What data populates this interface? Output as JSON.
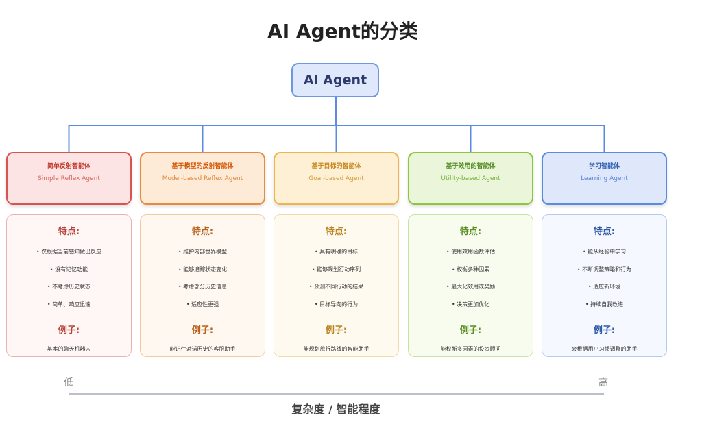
{
  "title": "AI Agent的分类",
  "root": {
    "label": "AI Agent"
  },
  "colors": {
    "connector": "#5b8be0",
    "root_border": "#6f97e0",
    "root_fill": "#dfe9fb"
  },
  "agents": [
    {
      "name_cn": "简单反射智能体",
      "name_en": "Simple Reflex Agent",
      "features_label": "特点:",
      "features": [
        "仅根据当前感知做出反应",
        "没有记忆功能",
        "不考虑历史状态",
        "简单、响应迅速"
      ],
      "example_label": "例子:",
      "example": "基本的聊天机器人",
      "colors": {
        "border": "#d9534f",
        "head_fill": "#fde4e4",
        "text": "#c0392b",
        "en": "#d46a5e",
        "card_border": "#eab3b3",
        "card_fill": "#fff6f6",
        "accent": "#b5443a"
      }
    },
    {
      "name_cn": "基于模型的反射智能体",
      "name_en": "Model-based Reflex Agent",
      "features_label": "特点:",
      "features": [
        "维护内部世界模型",
        "能够追踪状态变化",
        "考虑部分历史信息",
        "适应性更强"
      ],
      "example_label": "例子:",
      "example": "能记住对话历史的客服助手",
      "colors": {
        "border": "#ea8a3c",
        "head_fill": "#fdebd8",
        "text": "#d35400",
        "en": "#e0883a",
        "card_border": "#f3c9a2",
        "card_fill": "#fff8f1",
        "accent": "#b9621e"
      }
    },
    {
      "name_cn": "基于目标的智能体",
      "name_en": "Goal-based Agent",
      "features_label": "特点:",
      "features": [
        "具有明确的目标",
        "能够规划行动序列",
        "预测不同行动的结果",
        "目标导向的行为"
      ],
      "example_label": "例子:",
      "example": "能规划旅行路线的智能助手",
      "colors": {
        "border": "#f0b44a",
        "head_fill": "#fdf0d5",
        "text": "#c9861a",
        "en": "#d69a35",
        "card_border": "#f3d9a6",
        "card_fill": "#fffaf0",
        "accent": "#b98320"
      }
    },
    {
      "name_cn": "基于效用的智能体",
      "name_en": "Utility-based Agent",
      "features_label": "特点:",
      "features": [
        "使用效用函数评估",
        "权衡多种因素",
        "最大化效用或奖励",
        "决策更加优化"
      ],
      "example_label": "例子:",
      "example": "能权衡多因素的投资顾问",
      "colors": {
        "border": "#8cc63f",
        "head_fill": "#eaf5d9",
        "text": "#4f8a1e",
        "en": "#79b23c",
        "card_border": "#c7e3a3",
        "card_fill": "#f7fcef",
        "accent": "#5b8f22"
      }
    },
    {
      "name_cn": "学习智能体",
      "name_en": "Learning Agent",
      "features_label": "特点:",
      "features": [
        "能从经验中学习",
        "不断调整策略和行为",
        "适应新环境",
        "持续自我改进"
      ],
      "example_label": "例子:",
      "example": "会根据用户习惯调整的助手",
      "colors": {
        "border": "#5b8be0",
        "head_fill": "#dfe8fa",
        "text": "#2f5fb3",
        "en": "#5b86d6",
        "card_border": "#b7c9ef",
        "card_fill": "#f5f8fe",
        "accent": "#2f5aa8"
      }
    }
  ],
  "axis": {
    "low": "低",
    "high": "高",
    "label": "复杂度 / 智能程度"
  }
}
